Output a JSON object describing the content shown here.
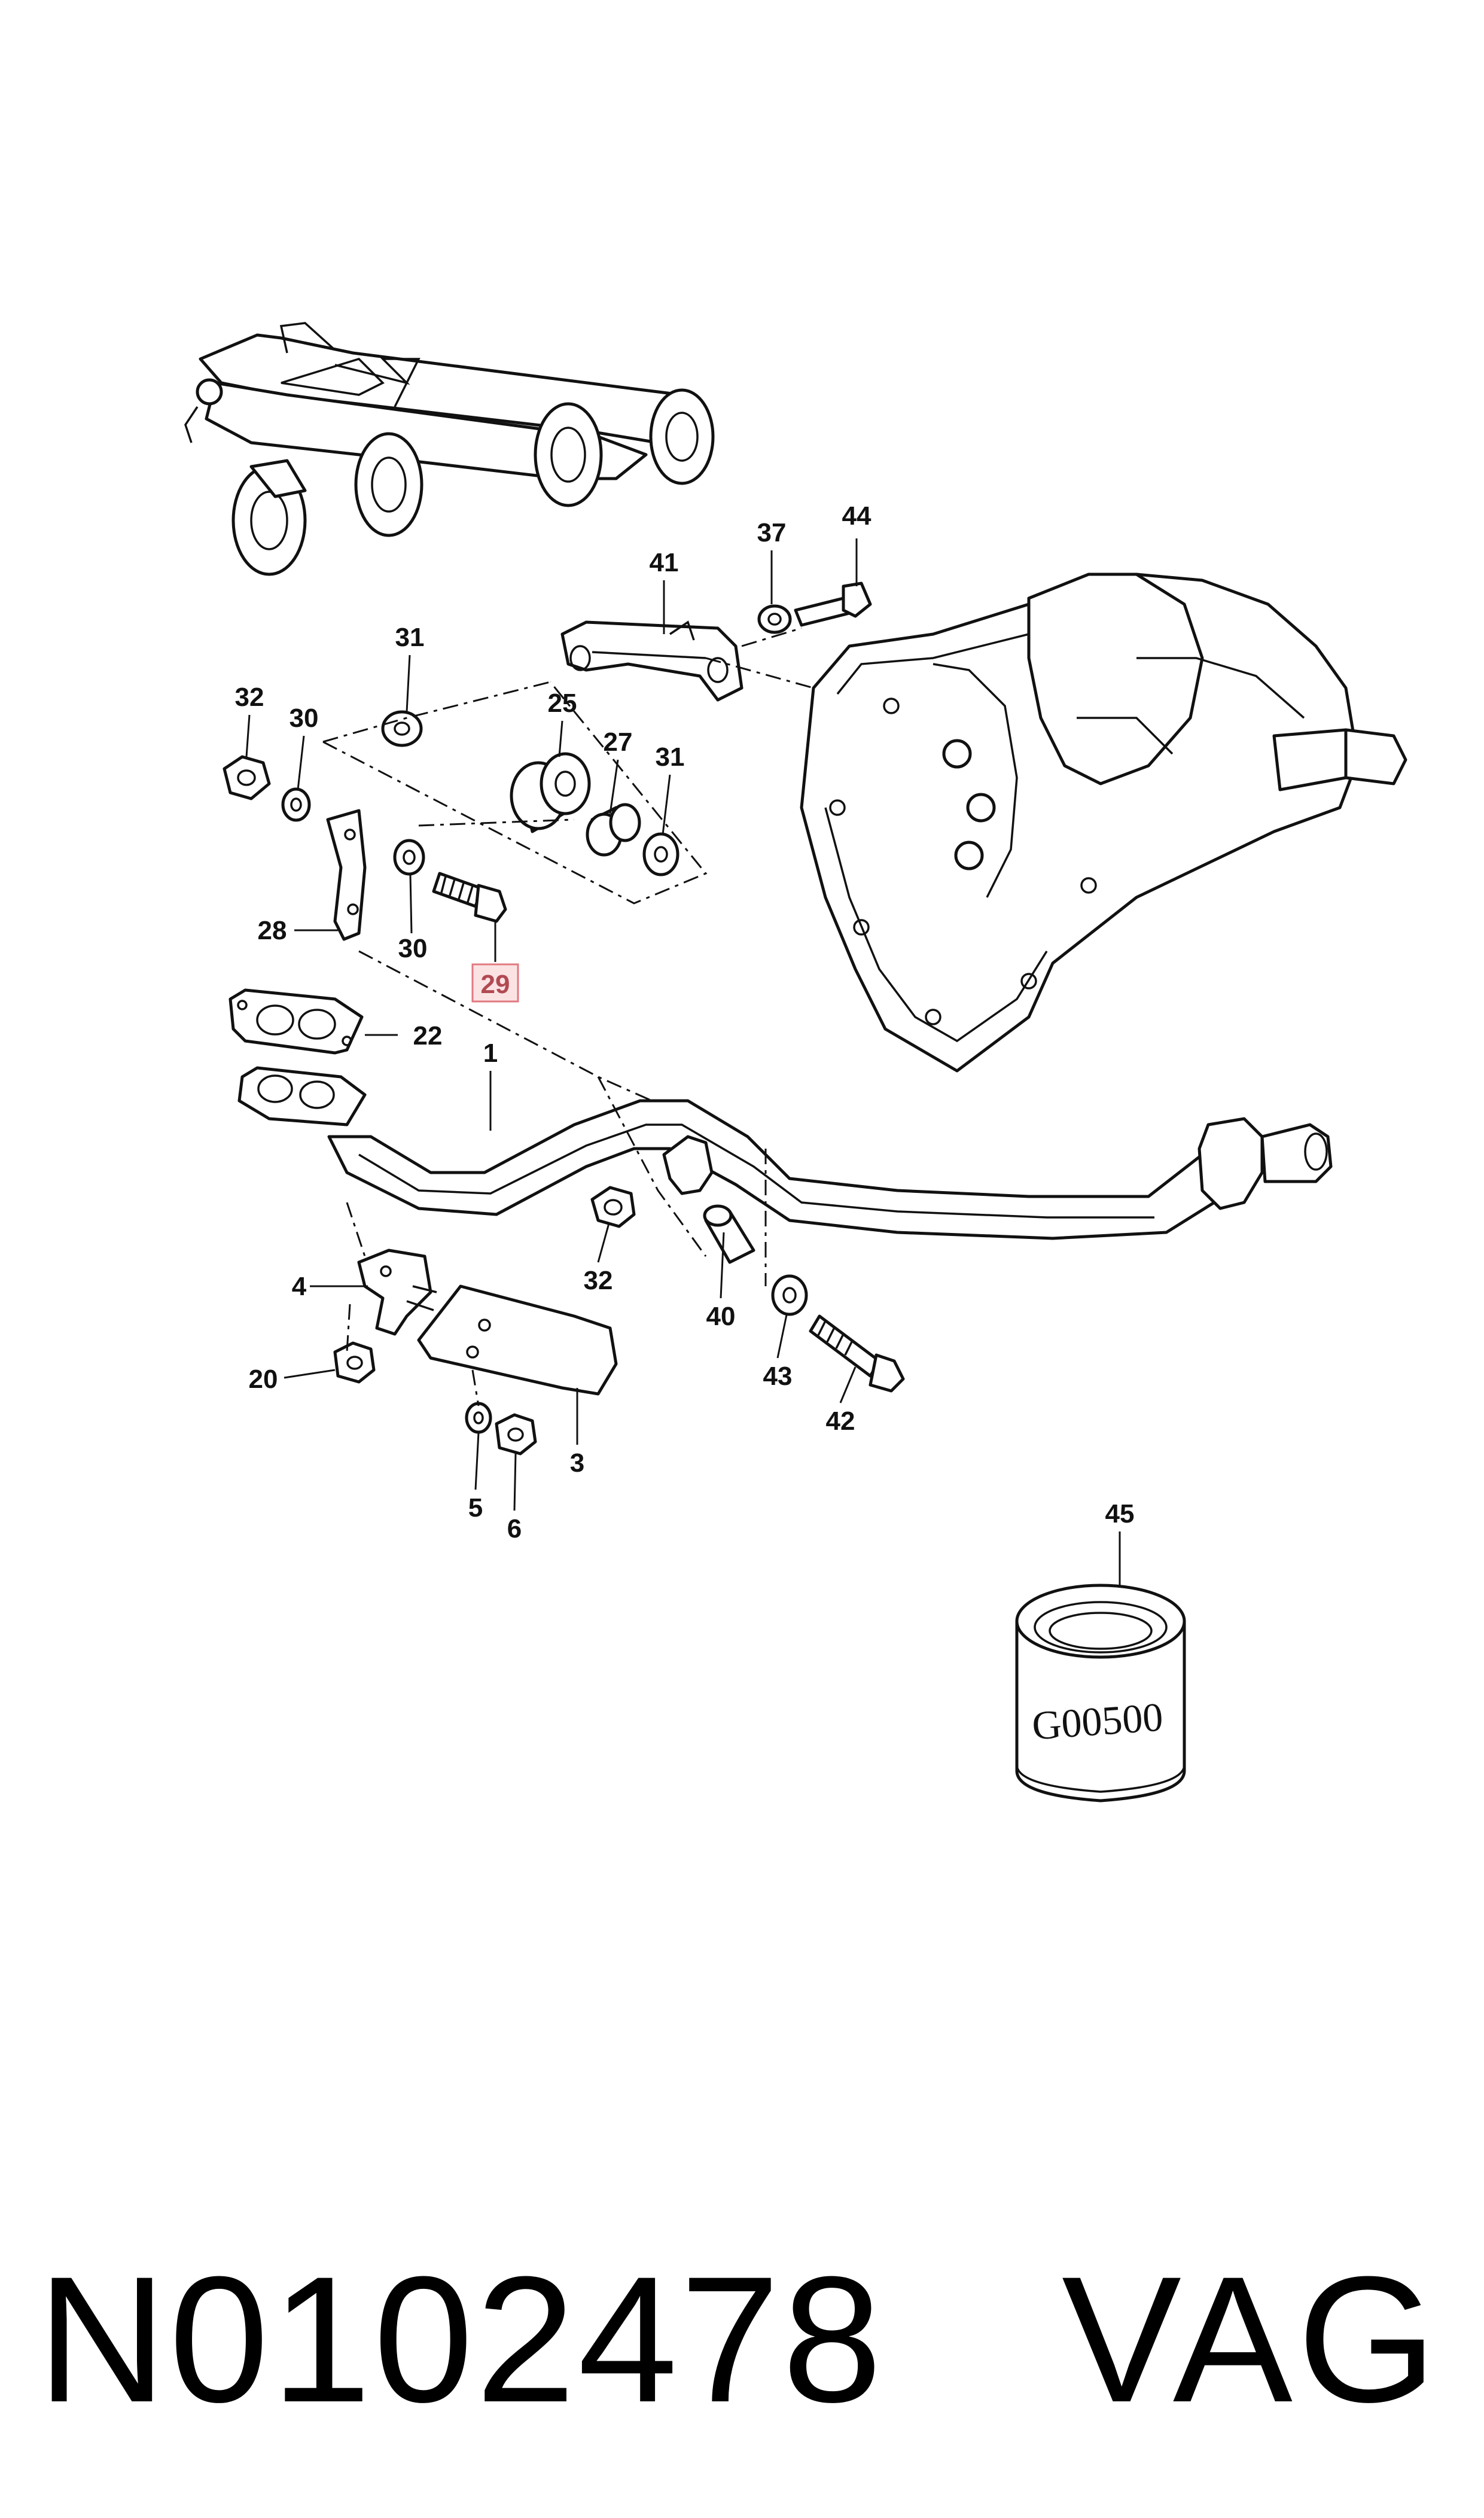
{
  "diagram": {
    "callouts": {
      "c1": "1",
      "c3": "3",
      "c4": "4",
      "c5": "5",
      "c6": "6",
      "c20": "20",
      "c22": "22",
      "c25": "25",
      "c27": "27",
      "c28": "28",
      "c29": "29",
      "c30a": "30",
      "c30b": "30",
      "c31a": "31",
      "c31b": "31",
      "c32a": "32",
      "c32b": "32",
      "c37": "37",
      "c40": "40",
      "c41": "41",
      "c42": "42",
      "c43": "43",
      "c44": "44",
      "c45": "45"
    },
    "highlighted_callout": "29",
    "highlight_color": "#e07a80",
    "highlight_fill": "#fbe3e4",
    "filter_stamp": "G00500"
  },
  "footer": {
    "part_number": "N0102478",
    "brand": "VAG"
  }
}
